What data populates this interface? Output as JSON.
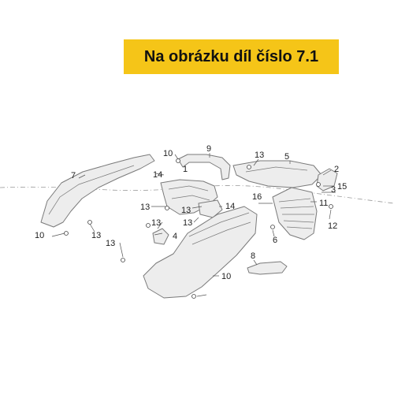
{
  "banner": {
    "text": "Na obrázku díl číslo 7.1",
    "background": "#f5c518"
  },
  "diagram": {
    "line_color": "#7a7a7a",
    "fill_color": "#ededed",
    "callouts": [
      "10",
      "9",
      "7",
      "14",
      "1",
      "13",
      "5",
      "2",
      "3",
      "15",
      "16",
      "11",
      "12",
      "13",
      "13",
      "13",
      "4",
      "13",
      "14",
      "10",
      "13",
      "13",
      "6",
      "8",
      "10"
    ]
  }
}
